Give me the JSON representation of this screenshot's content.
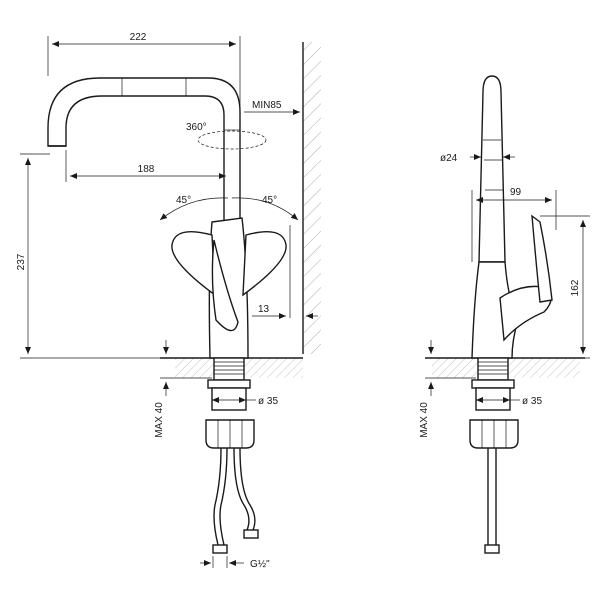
{
  "labels": {
    "width_top": "222",
    "min_clearance": "MIN85",
    "rotation": "360°",
    "reach": "188",
    "angle_left": "45°",
    "angle_right": "45°",
    "height_total": "237",
    "wall_gap": "13",
    "hole_dia_front": "ø 35",
    "max_thickness_front": "MAX 40",
    "thread": "G½\"",
    "spout_dia": "ø24",
    "side_reach": "99",
    "handle_height": "162",
    "hole_dia_side": "ø 35",
    "max_thickness_side": "MAX 40"
  }
}
